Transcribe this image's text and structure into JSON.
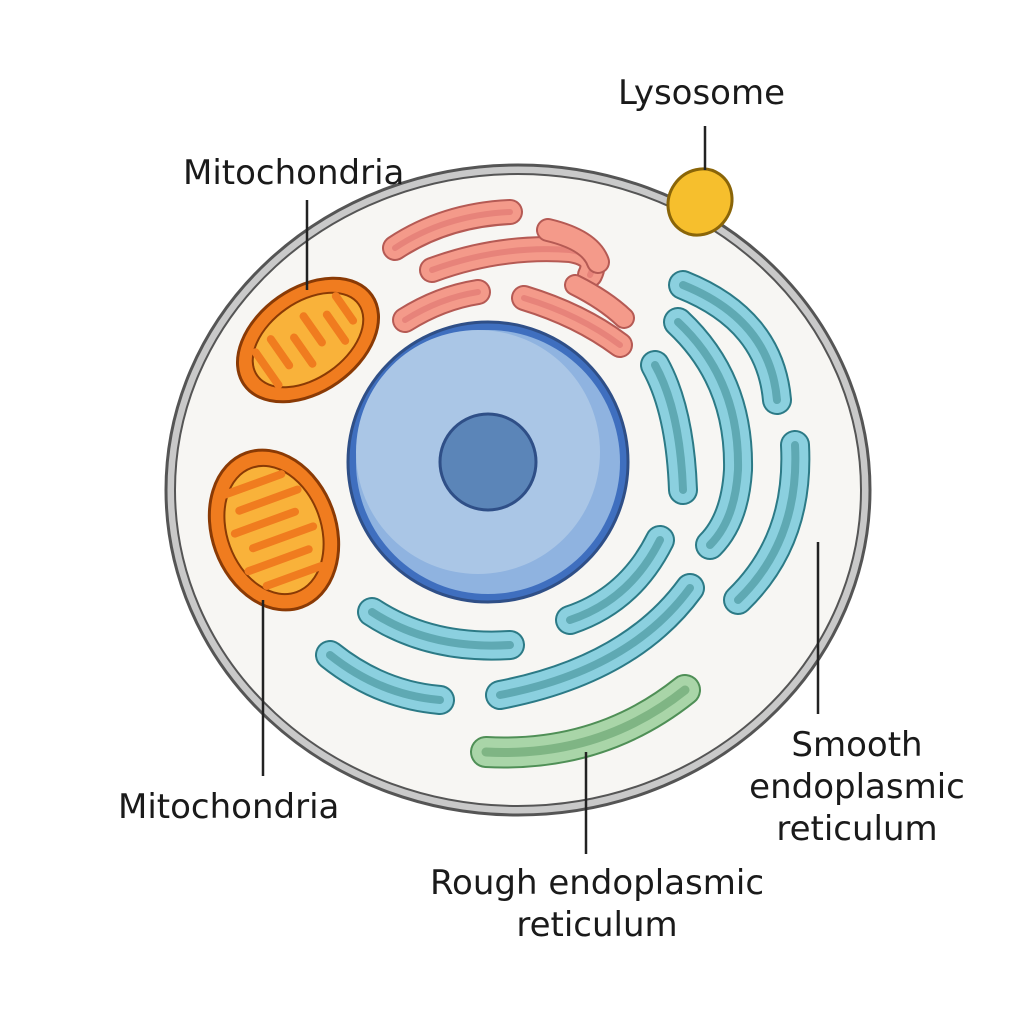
{
  "labels": {
    "lysosome": "Lysosome",
    "mitochondria_top": "Mitochondria",
    "mitochondria_bottom": "Mitochondria",
    "smooth_er": {
      "line1": "Smooth",
      "line2": "endoplasmic",
      "line3": "reticulum"
    },
    "rough_er": {
      "line1": "Rough endoplasmic",
      "line2": "reticulum"
    }
  },
  "colors": {
    "membrane": "#cfcfcf",
    "membrane_outline": "#555555",
    "cytoplasm": "#f7f6f3",
    "nucleus_outer": "#3f6fbf",
    "nucleus_fill": "#aac6e6",
    "nucleolus": "#5b85b8",
    "mitochondria": "#f07c1f",
    "mitochondria_inner": "#f9b23a",
    "golgi": "#f49a8a",
    "golgi_inner": "#e7837a",
    "smooth_er": "#8bd0df",
    "smooth_er_inner": "#5fa9b3",
    "rough_er": "#a9d5a8",
    "rough_er_inner": "#7fb584",
    "lysosome": "#f6bf2d",
    "leader_line": "#222222"
  }
}
